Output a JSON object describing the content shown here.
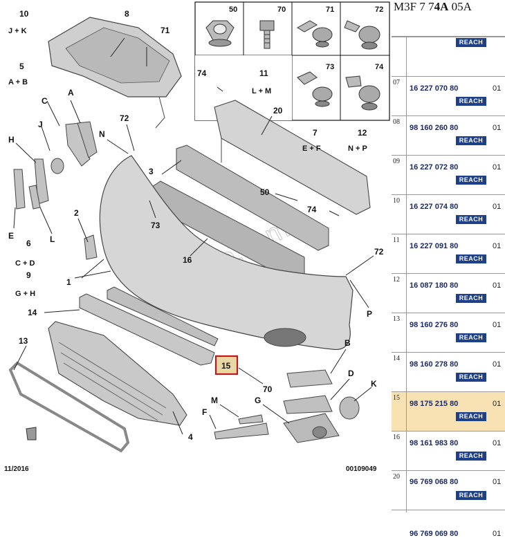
{
  "catalog_ref": {
    "prefix": "M3F 7 7",
    "bold": "4A",
    "suffix": " 05A"
  },
  "diagram": {
    "callouts": {
      "c10": "10",
      "c10sub": "J + K",
      "c8": "8",
      "c71a": "71",
      "c5": "5",
      "c5sub": "A + B",
      "c74a": "74",
      "c11": "11",
      "c11sub": "L + M",
      "c20": "20",
      "cC": "C",
      "cA": "A",
      "cJ": "J",
      "cH": "H",
      "cN": "N",
      "c72a": "72",
      "c7": "7",
      "c7sub": "E + F",
      "c12": "12",
      "c12sub": "N + P",
      "c3": "3",
      "c50": "50",
      "c74b": "74",
      "c73": "73",
      "c2": "2",
      "cE": "E",
      "cL": "L",
      "c6": "6",
      "c6sub": "C + D",
      "c9": "9",
      "c9sub": "G + H",
      "c16": "16",
      "c1": "1",
      "c72b": "72",
      "cP": "P",
      "c14": "14",
      "c13": "13",
      "c15": "15",
      "c70": "70",
      "cB": "B",
      "cD": "D",
      "cK": "K",
      "cM": "M",
      "cF": "F",
      "cG": "G",
      "c4": "4"
    },
    "fastener_box": [
      {
        "label": "50"
      },
      {
        "label": "70"
      },
      {
        "label": "71"
      },
      {
        "label": "72"
      },
      {
        "label": "73"
      },
      {
        "label": "74"
      }
    ],
    "footer_left": "11/2016",
    "footer_right": "00109049",
    "watermark": "duyukoto.com"
  },
  "parts_table": {
    "badge": "REACH",
    "rows": [
      {
        "index": "",
        "part_number": "",
        "qty": "",
        "badge": true,
        "highlight": false
      },
      {
        "index": "07",
        "part_number": "16 227 070 80",
        "qty": "01",
        "badge": true,
        "highlight": false
      },
      {
        "index": "08",
        "part_number": "98 160 260 80",
        "qty": "01",
        "badge": true,
        "highlight": false
      },
      {
        "index": "09",
        "part_number": "16 227 072 80",
        "qty": "01",
        "badge": true,
        "highlight": false
      },
      {
        "index": "10",
        "part_number": "16 227 074 80",
        "qty": "01",
        "badge": true,
        "highlight": false
      },
      {
        "index": "11",
        "part_number": "16 227 091 80",
        "qty": "01",
        "badge": true,
        "highlight": false
      },
      {
        "index": "12",
        "part_number": "16 087 180 80",
        "qty": "01",
        "badge": true,
        "highlight": false
      },
      {
        "index": "13",
        "part_number": "98 160 276 80",
        "qty": "01",
        "badge": true,
        "highlight": false
      },
      {
        "index": "14",
        "part_number": "98 160 278 80",
        "qty": "01",
        "badge": true,
        "highlight": false
      },
      {
        "index": "15",
        "part_number": "98 175 215 80",
        "qty": "01",
        "badge": true,
        "highlight": true
      },
      {
        "index": "16",
        "part_number": "98 161 983 80",
        "qty": "01",
        "badge": true,
        "highlight": false
      },
      {
        "index": "20",
        "part_number": "96 769 068 80",
        "qty": "01",
        "badge": true,
        "highlight": false
      },
      {
        "index": "",
        "part_number": "96 769 069 80",
        "qty": "01",
        "badge": false,
        "highlight": false
      }
    ]
  }
}
